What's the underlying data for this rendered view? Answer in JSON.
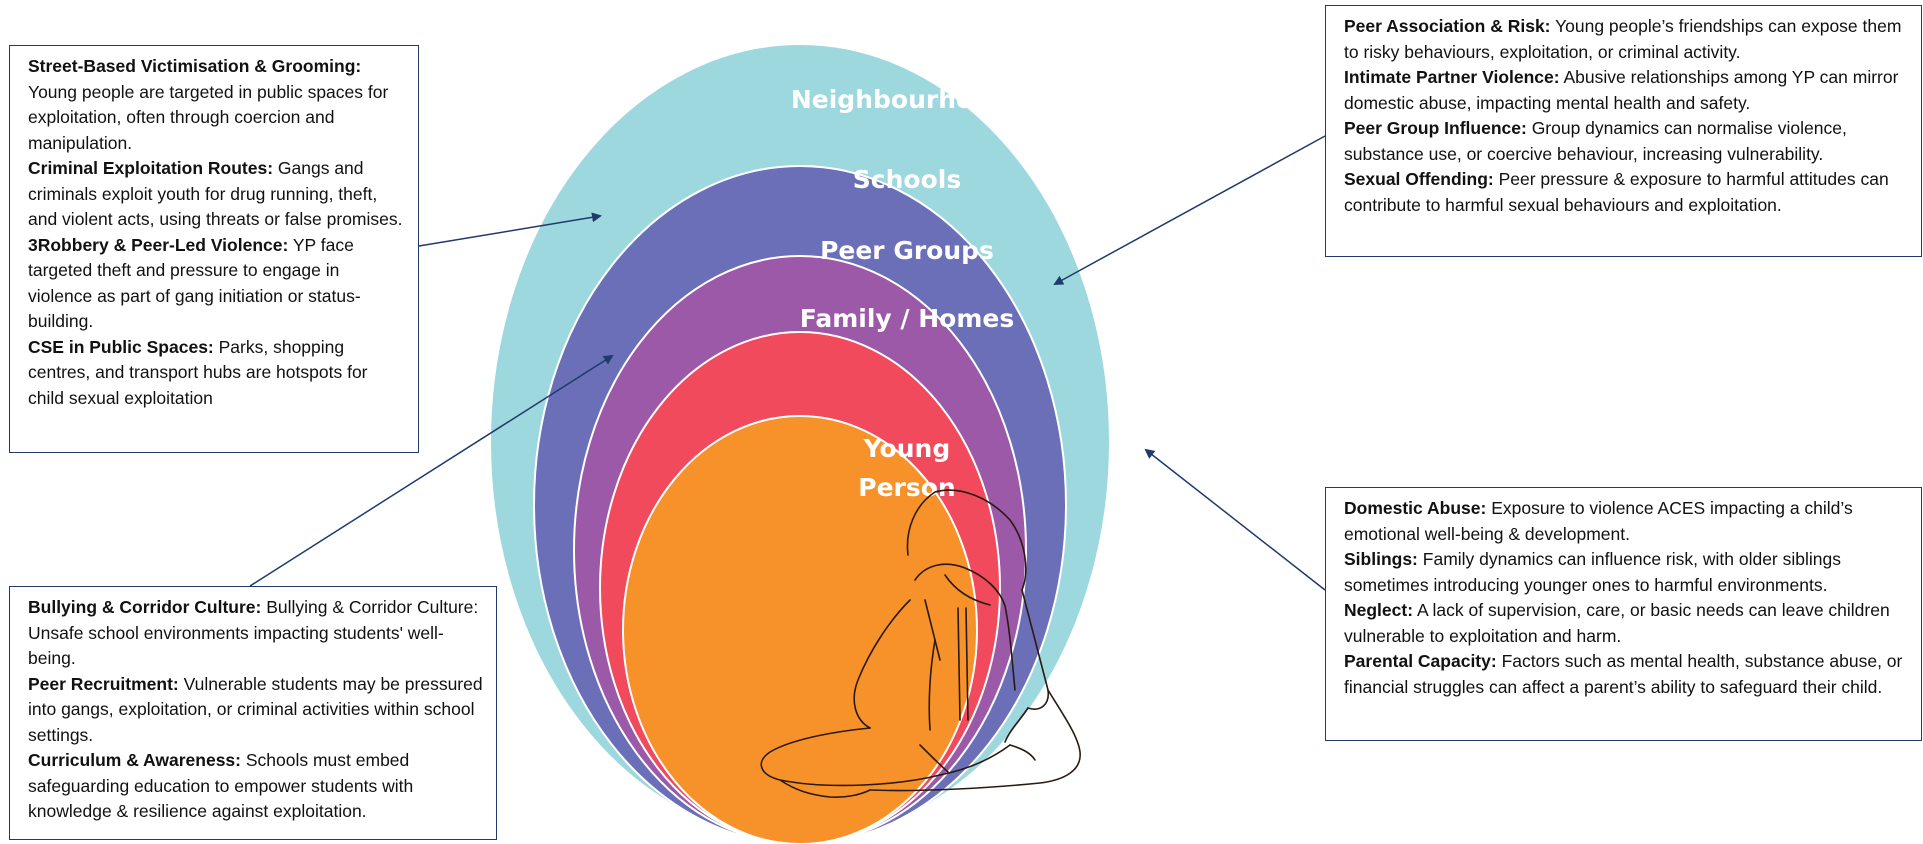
{
  "diagram": {
    "colors": {
      "neighbourhoods": "#9ed8df",
      "schools": "#6b6fb8",
      "peer_groups": "#9b59a8",
      "family_homes": "#f04a5c",
      "young_person": "#f7922b",
      "arrow": "#1f3a6b",
      "box_border": "#1f3a6b"
    },
    "rings": {
      "neighbourhoods": "Neighbourhoods",
      "schools": "Schools",
      "peer_groups": "Peer Groups",
      "family_homes": "Family / Homes",
      "young_person_line1": "Young",
      "young_person_line2": "Person"
    },
    "center_image": "hooded-young-person-line-drawing",
    "boxes": {
      "neighbourhoods": [
        {
          "title": "Street-Based Victimisation & Grooming:",
          "text": "Young people are targeted in public spaces for exploitation, often through coercion and manipulation."
        },
        {
          "title": "Criminal Exploitation Routes:",
          "text": "Gangs and criminals exploit youth for drug running, theft, and violent acts, using threats or false promises."
        },
        {
          "title": "3Robbery & Peer-Led Violence:",
          "text": "YP face targeted theft and pressure to engage in violence as part of gang initiation or status-building."
        },
        {
          "title": "CSE in Public Spaces:",
          "text": "Parks, shopping centres, and transport hubs are hotspots for child sexual exploitation"
        }
      ],
      "peer_groups": [
        {
          "title": "Peer Association & Risk:",
          "text": "Young people’s friendships can expose them to risky behaviours, exploitation, or criminal activity."
        },
        {
          "title": "Intimate Partner Violence:",
          "text": "Abusive relationships among YP can mirror domestic abuse, impacting mental health and safety."
        },
        {
          "title": "Peer Group Influence:",
          "text": "Group dynamics can normalise violence, substance use, or coercive behaviour, increasing vulnerability."
        },
        {
          "title": "Sexual Offending:",
          "text": "Peer pressure  & exposure to harmful attitudes can contribute to harmful sexual behaviours and exploitation."
        }
      ],
      "family_homes": [
        {
          "title": "Domestic Abuse:",
          "text": "Exposure to violence ACES impacting a child’s emotional well-being & development."
        },
        {
          "title": "Siblings:",
          "text": "Family dynamics can influence risk, with older siblings sometimes introducing younger ones to harmful environments."
        },
        {
          "title": "Neglect:",
          "text": "A lack of supervision, care, or basic needs can leave children vulnerable to exploitation and harm."
        },
        {
          "title": "Parental Capacity:",
          "text": "Factors such as mental health, substance abuse, or financial struggles can affect a parent’s ability to safeguard their child."
        }
      ],
      "schools": [
        {
          "title": "Bullying & Corridor Culture:",
          "text": "Bullying & Corridor Culture: Unsafe school environments impacting students' well-being."
        },
        {
          "title": "Peer Recruitment:",
          "text": "Vulnerable students may be pressured into gangs, exploitation, or criminal activities within school settings."
        },
        {
          "title": "Curriculum & Awareness:",
          "text": "Schools must embed safeguarding education to empower students with knowledge & resilience against exploitation."
        }
      ]
    }
  }
}
